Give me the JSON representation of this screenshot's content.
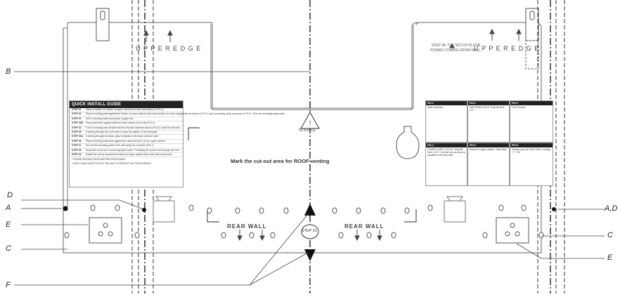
{
  "callouts": {
    "A_left": "A",
    "B": "B",
    "C_left": "C",
    "D": "D",
    "E_left": "E",
    "F": "F",
    "AD_right": "A,D",
    "C_right": "C",
    "E_right": "E"
  },
  "edges": {
    "upper_edge_left": "U P P E R   E D G E",
    "upper_edge_right": "U P P E R   E D G E",
    "rear_wall_left": "REAR WALL",
    "rear_wall_right": "REAR WALL",
    "step_top": "STEP 01",
    "step_bottom": "STEP 01"
  },
  "notch_note": {
    "line1": "STEP 08: THE NOTCH IS FOR",
    "line2": "POWER COMING FROM WALL."
  },
  "cutout_text": "Mark the cut-out area for ROOF venting",
  "guide": {
    "title": "QUICK INSTALL GUIDE",
    "rows": [
      {
        "step": "STEP 01",
        "text": "Mark centerline on bottom of upper cabinet and back wall (Refer to FIG.1)"
      },
      {
        "step": "STEP 02",
        "text": "Place mounting plate against the bottom of upper cabinet and mark location of power supply hole as shown in FIG.2 and 3 mounting holes as shown in FIG.3. Then set mounting plate aside."
      },
      {
        "step": "STEP 03",
        "text": "Drill 3 mounting holes and power supply hole."
      },
      {
        "step": "STEP 03B",
        "text": "Place plate flush against wall and mark outline of the hole (FIG.4)"
      },
      {
        "step": "STEP 04",
        "text": "Fold 3 mounting tabs forward and into the tab channels shown (FIG.5). Avoid the fold line."
      },
      {
        "step": "STEP 05",
        "text": "If venting through the roof, mark it, trace the pattern on the template"
      },
      {
        "step": "STEP 05A",
        "text": "If venting through the back, place template to the back wall and mark"
      },
      {
        "step": "STEP 06",
        "text": "Place mounting plate flush against the wall and hold it on the upper cabinet"
      },
      {
        "step": "STEP 07",
        "text": "Secure the mounting plate to the wall using the 4 screws (FIG.7)"
      },
      {
        "step": "STEP 08",
        "text": "Mount the hood unit to mounting plate hooks. Threading the power cord through the hole."
      },
      {
        "step": "STEP 09",
        "text": "Rotate the unit up towards the bottom of upper cabinet then mark the screw holes"
      }
    ],
    "note1": "* PLEASE SECURE HOLES BEFORE PROCEEDING",
    "note2": "* KEEP FOAM ON BOTTOM OF THE UNIT TO PROTECT BOTTOM SURFACE"
  },
  "figs": [
    {
      "h": "FIG.1",
      "t": "Wall Centerline"
    },
    {
      "h": "FIG.2",
      "t": "MOUNTING HOLE / Hole Bit Size 1/4\""
    },
    {
      "h": "FIG.3",
      "t": "Fold Forward"
    },
    {
      "h": "FIG.4",
      "t": "POWER SUPPLY HOLE / Hole Bit Size 1-1/2\" / Cut the hole as close as possible to the back wall."
    },
    {
      "h": "FIG.5",
      "t": "Bottom of upper cabinet / Back Wall"
    },
    {
      "h": "FIG.6",
      "t": "Surface area for BACK WALL Venting / 7\" / 16\""
    }
  ],
  "colors": {
    "line": "#555",
    "dash": "#333",
    "centerline": "#111"
  }
}
